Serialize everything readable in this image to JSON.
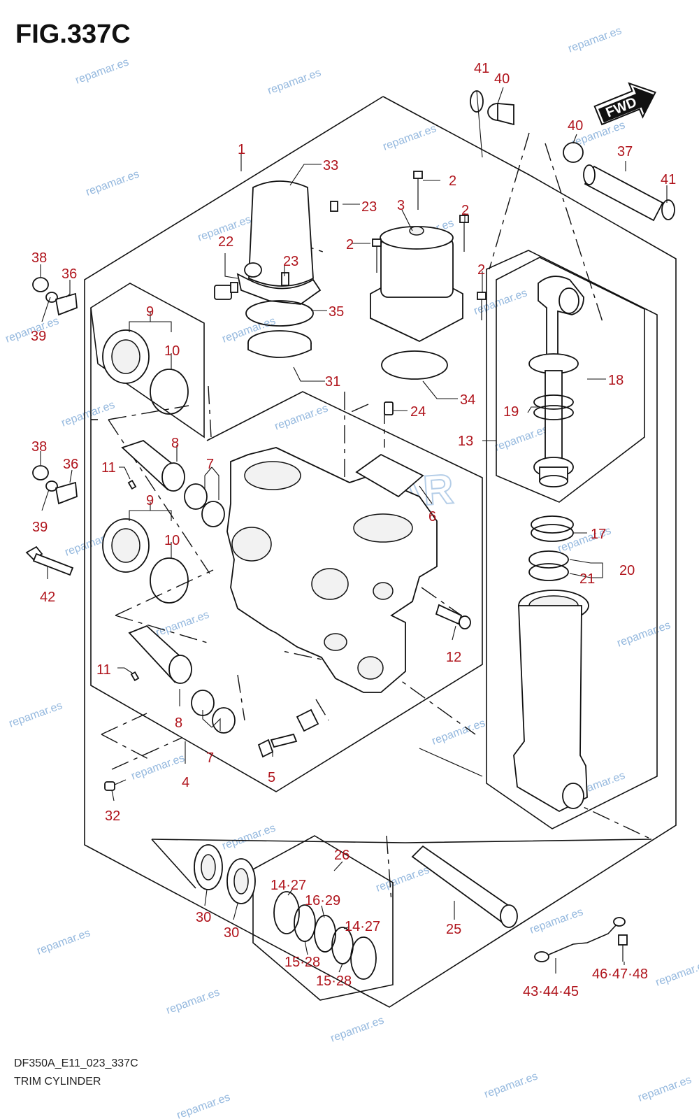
{
  "figure": {
    "title": "FIG.337C",
    "code": "DF350A_E11_023_337C",
    "name": "TRIM CYLINDER",
    "fwd_label": "FWD"
  },
  "watermark": "repamar.es",
  "watermark_logo_text": "REPAMAR",
  "callouts": [
    "1",
    "2",
    "2",
    "2",
    "2",
    "3",
    "4",
    "5",
    "6",
    "7",
    "7",
    "8",
    "8",
    "9",
    "9",
    "10",
    "10",
    "11",
    "11",
    "12",
    "13",
    "14·27",
    "14·27",
    "15·28",
    "15·28",
    "16·29",
    "17",
    "18",
    "19",
    "20",
    "21",
    "22",
    "23",
    "23",
    "24",
    "25",
    "26",
    "30",
    "30",
    "31",
    "32",
    "33",
    "34",
    "35",
    "36",
    "36",
    "37",
    "38",
    "38",
    "39",
    "39",
    "40",
    "40",
    "41",
    "41",
    "42",
    "43·44·45",
    "46·47·48"
  ],
  "colors": {
    "callout": "#b0141c",
    "line": "#111111",
    "watermark": "#7aa7d6"
  }
}
